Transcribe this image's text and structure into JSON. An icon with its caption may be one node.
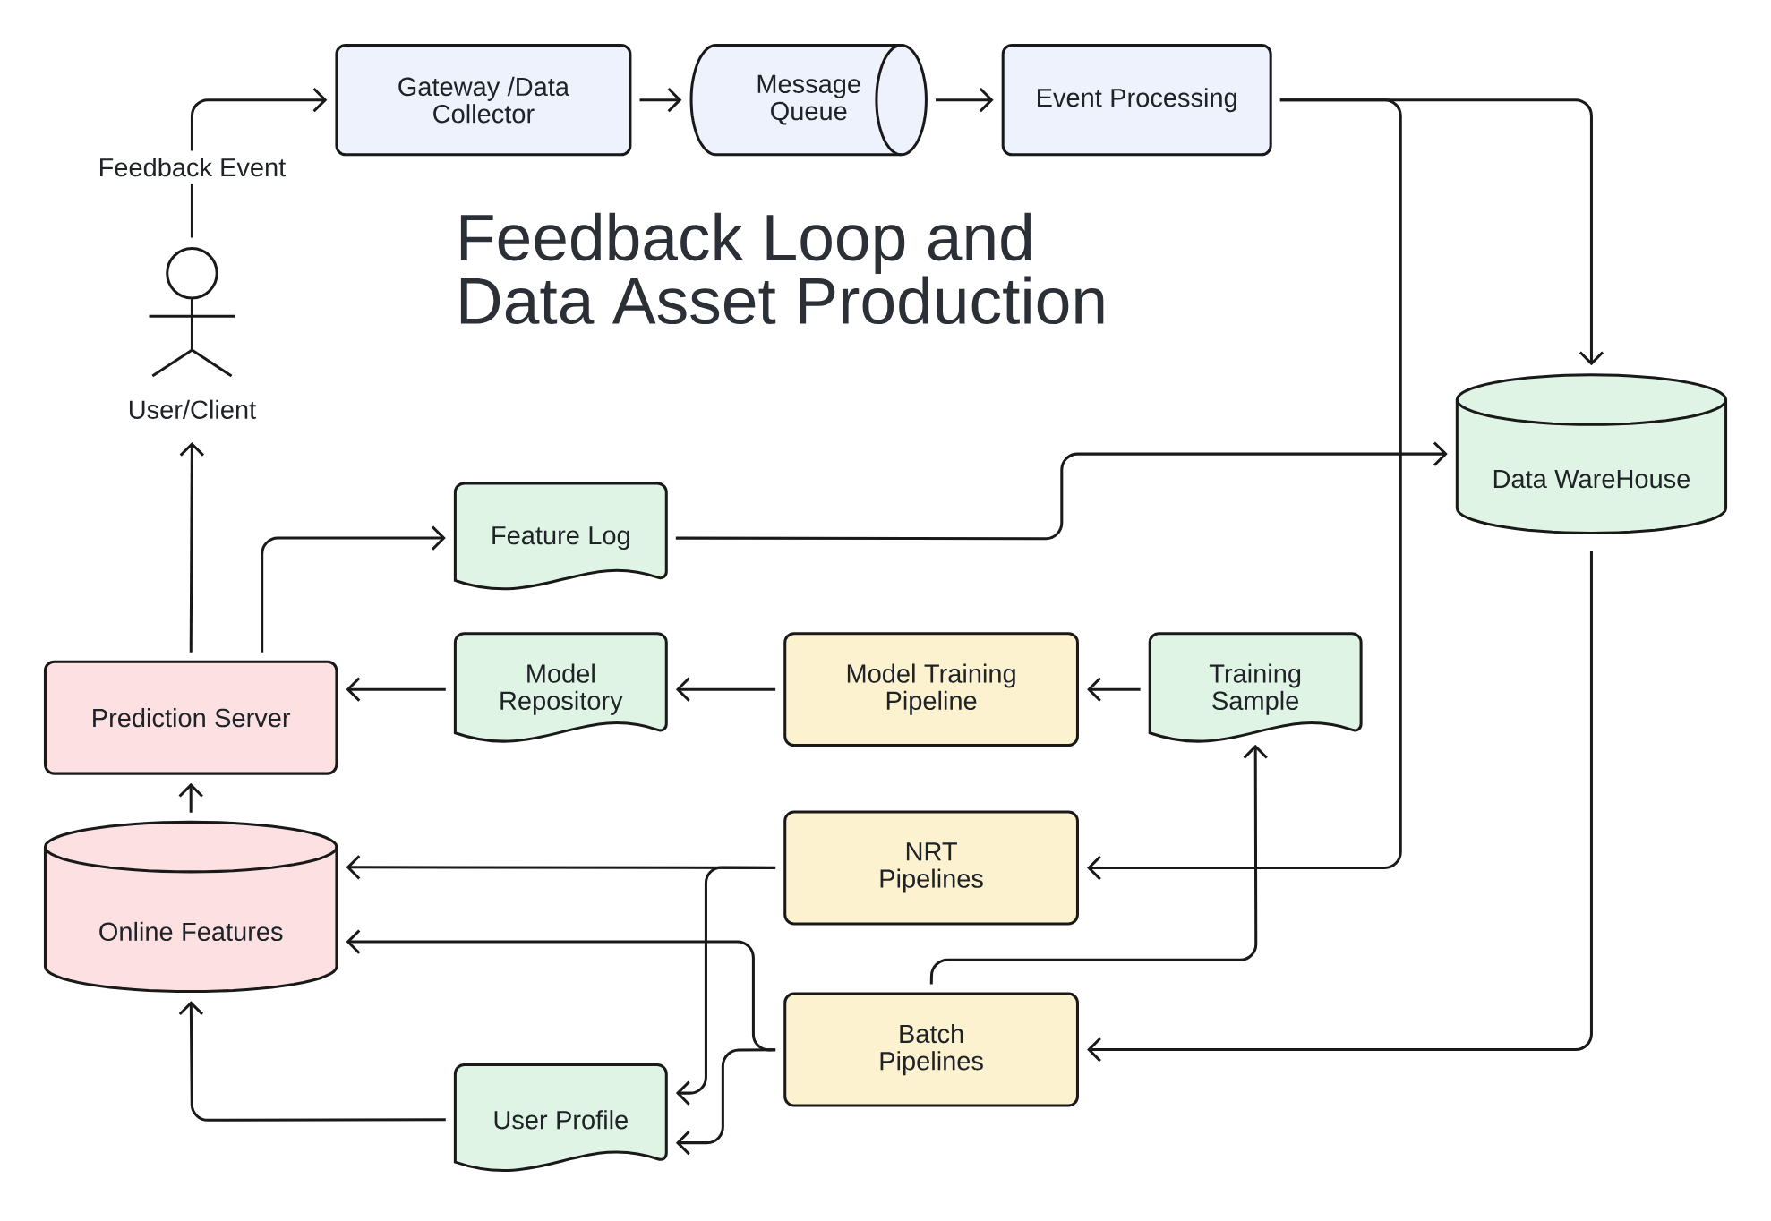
{
  "diagram": {
    "title": "Feedback Loop and Data Asset Production",
    "nodes": [
      {
        "text": [
          "User/Client"
        ]
      },
      {
        "text": [
          "Gateway /Data Collector"
        ]
      },
      {
        "text": [
          "Message Queue"
        ]
      },
      {
        "text": [
          "Event Processing"
        ]
      },
      {
        "text": [
          "Data WareHouse"
        ]
      },
      {
        "text": [
          "Feature Log"
        ]
      },
      {
        "text": [
          "Prediction Server"
        ]
      },
      {
        "text": [
          "Model Repository"
        ]
      },
      {
        "text": [
          "Model Training Pipeline"
        ]
      },
      {
        "text": [
          "Training Sample"
        ]
      },
      {
        "text": [
          "Online Features"
        ]
      },
      {
        "text": [
          "NRT Pipelines"
        ]
      },
      {
        "text": [
          "Batch Pipelines"
        ]
      },
      {
        "text": [
          "User Profile"
        ]
      }
    ],
    "edges": [
      {
        "from": 0,
        "to": 1,
        "arrow": "to",
        "label": "Feedback Event"
      },
      {
        "from": 1,
        "to": 2,
        "arrow": "to"
      },
      {
        "from": 2,
        "to": 3,
        "arrow": "to"
      },
      {
        "from": 3,
        "to": 4,
        "arrow": "to"
      },
      {
        "from": 3,
        "to": 11,
        "arrow": "to"
      },
      {
        "from": 5,
        "to": 4,
        "arrow": "to"
      },
      {
        "from": 6,
        "to": 5,
        "arrow": "to"
      },
      {
        "from": 6,
        "to": 0,
        "arrow": "to"
      },
      {
        "from": 7,
        "to": 6,
        "arrow": "to"
      },
      {
        "from": 8,
        "to": 7,
        "arrow": "to"
      },
      {
        "from": 9,
        "to": 8,
        "arrow": "to"
      },
      {
        "from": 10,
        "to": 6,
        "arrow": "to"
      },
      {
        "from": 11,
        "to": 10,
        "arrow": "to"
      },
      {
        "from": 11,
        "to": 13,
        "arrow": "to"
      },
      {
        "from": 4,
        "to": 12,
        "arrow": "to"
      },
      {
        "from": 12,
        "to": 9,
        "arrow": "to"
      },
      {
        "from": 12,
        "to": 10,
        "arrow": "to"
      },
      {
        "from": 12,
        "to": 13,
        "arrow": "to"
      },
      {
        "from": 13,
        "to": 10,
        "arrow": "to"
      }
    ]
  }
}
